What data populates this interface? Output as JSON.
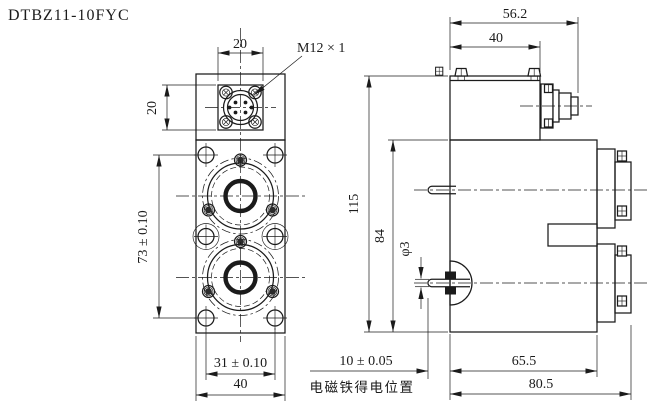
{
  "title": "DTBZ11-10FYC",
  "front": {
    "dim_plate_width": "20",
    "thread_label": "M12 × 1",
    "dim_plate_height": "20",
    "dim_hole_span_v": "73 ± 0.10",
    "dim_hole_span_h": "31 ± 0.10",
    "dim_width": "40"
  },
  "side": {
    "dim_overall_w": "56.2",
    "dim_block_w": "40",
    "dim_total_h": "115",
    "dim_body_h": "84",
    "dim_pin_d": "φ3",
    "dim_stroke": "10 ± 0.05",
    "note_cn": "电磁铁得电位置",
    "dim_depth": "65.5",
    "dim_overall_depth": "80.5"
  },
  "colors": {
    "line": "#1b1b1b",
    "background": "#ffffff"
  }
}
